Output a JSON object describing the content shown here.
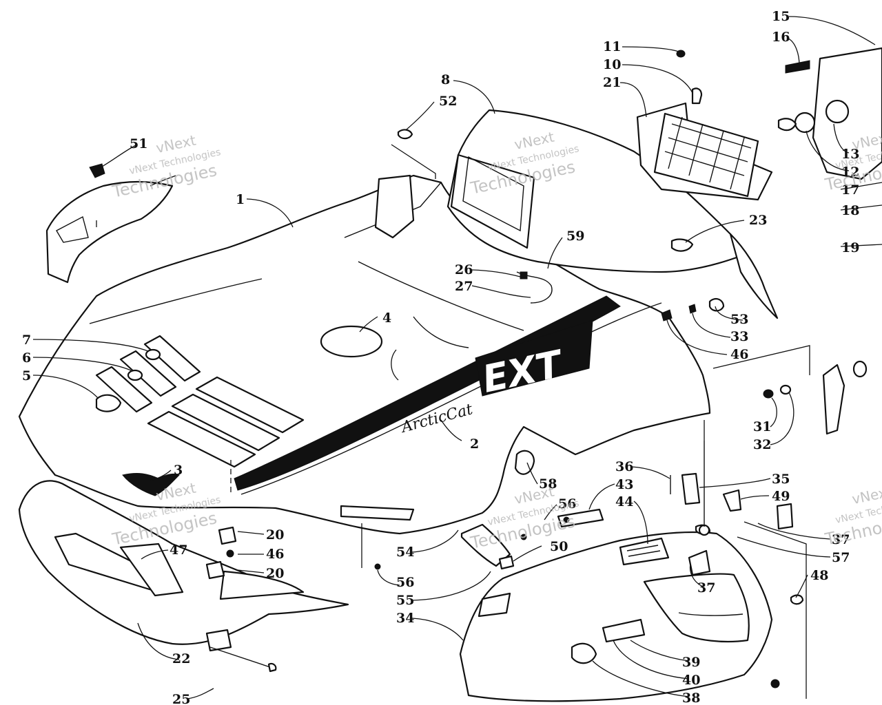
{
  "watermark": {
    "line1": "vNext",
    "line2": "vNext Technologies",
    "line3": "Technologies"
  },
  "decal": {
    "model": "EXT",
    "script": "ArcticCat"
  },
  "callouts": {
    "c1": "1",
    "c2": "2",
    "c3": "3",
    "c4": "4",
    "c5": "5",
    "c6": "6",
    "c7": "7",
    "c8": "8",
    "c10": "10",
    "c11": "11",
    "c12": "12",
    "c13": "13",
    "c15": "15",
    "c16": "16",
    "c17": "17",
    "c18": "18",
    "c19": "19",
    "c20a": "20",
    "c20b": "20",
    "c21": "21",
    "c22": "22",
    "c23": "23",
    "c25": "25",
    "c26": "26",
    "c27": "27",
    "c31": "31",
    "c32": "32",
    "c33": "33",
    "c34": "34",
    "c35": "35",
    "c36": "36",
    "c37a": "37",
    "c37b": "37",
    "c38": "38",
    "c39": "39",
    "c40": "40",
    "c43": "43",
    "c44": "44",
    "c46a": "46",
    "c46b": "46",
    "c47": "47",
    "c48": "48",
    "c49": "49",
    "c50": "50",
    "c51": "51",
    "c52": "52",
    "c53": "53",
    "c54": "54",
    "c55": "55",
    "c56a": "56",
    "c56b": "56",
    "c57": "57",
    "c58": "58",
    "c59": "59"
  }
}
